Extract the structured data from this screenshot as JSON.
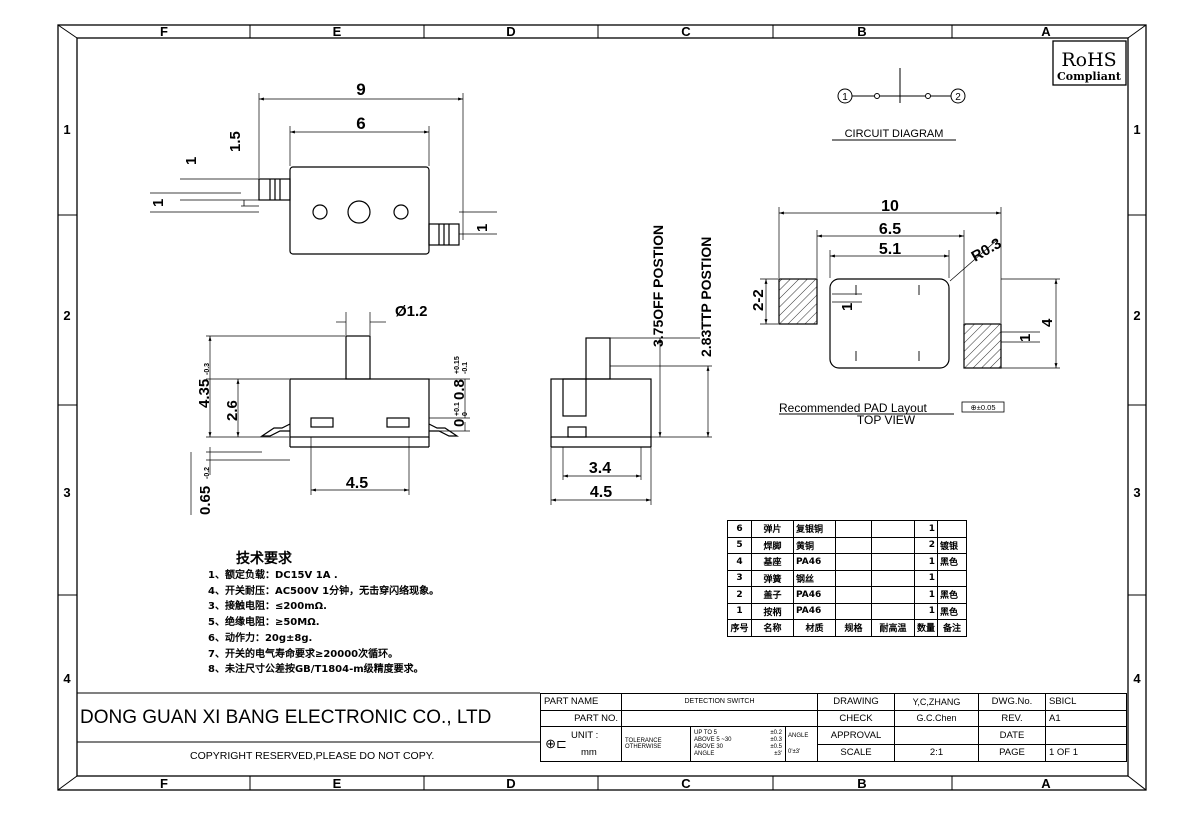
{
  "frame": {
    "top_columns": [
      "F",
      "E",
      "D",
      "C",
      "B",
      "A"
    ],
    "bottom_columns": [
      "F",
      "E",
      "D",
      "C",
      "B",
      "A"
    ],
    "rows": [
      "1",
      "2",
      "3",
      "4"
    ]
  },
  "rohs": {
    "line1": "RoHS",
    "line2": "Compliant"
  },
  "circuit": {
    "pin1": "1",
    "pin2": "2",
    "caption": "CIRCUIT DIAGRAM"
  },
  "top_view_dims": {
    "overall": "9",
    "body": "6",
    "d15": "1.5",
    "d1a": "1",
    "d1b": "1",
    "d1c": "1"
  },
  "front_view_dims": {
    "dia": "Ø1.2",
    "h435": "4.35",
    "h435_tol": "-0.3",
    "h26": "2.6",
    "h08": "0.8",
    "h08_tol_up": "+0.15",
    "h08_tol_dn": "-0.1",
    "h0": "0",
    "h0_tol_up": "+0.1",
    "h0_tol_dn": "0",
    "w45": "4.5",
    "h065": "0.65",
    "h065_tol": "-0.2"
  },
  "side_view_dims": {
    "off_pos": "3.75OFF POSTION",
    "tt_pos": "2.83TTP POSTION",
    "w34": "3.4",
    "w45": "4.5"
  },
  "pad_layout": {
    "d10": "10",
    "d65": "6.5",
    "d51": "5.1",
    "r03": "R0.3",
    "d22": "2-2",
    "d1a": "1",
    "d1b": "1",
    "d4": "4",
    "caption": "Recommended PAD Layout",
    "tol": "⊕±0.05",
    "subcaption": "TOP VIEW"
  },
  "tech_req": {
    "title": "技术要求",
    "items": [
      "1、额定负载：DC15V 1A .",
      "4、开关耐压：AC500V 1分钟，无击穿闪络现象。",
      "3、接触电阻：≤200mΩ.",
      "5、绝缘电阻：≥50MΩ.",
      "6、动作力：20g±8g.",
      "7、开关的电气寿命要求≥20000次循环。",
      "8、未注尺寸公差按GB/T1804-m级精度要求。"
    ]
  },
  "parts_table": {
    "rows": [
      [
        "6",
        "弹片",
        "复银铜",
        "",
        "",
        "1",
        ""
      ],
      [
        "5",
        "焊脚",
        "黄铜",
        "",
        "",
        "2",
        "镀银"
      ],
      [
        "4",
        "基座",
        "PA46",
        "",
        "",
        "1",
        "黑色"
      ],
      [
        "3",
        "弹簧",
        "钢丝",
        "",
        "",
        "1",
        ""
      ],
      [
        "2",
        "盖子",
        "PA46",
        "",
        "",
        "1",
        "黑色"
      ],
      [
        "1",
        "按柄",
        "PA46",
        "",
        "",
        "1",
        "黑色"
      ]
    ],
    "header": [
      "序号",
      "名称",
      "材质",
      "规格",
      "耐高温",
      "数量",
      "备注"
    ]
  },
  "title_block": {
    "company": "DONG GUAN XI BANG ELECTRONIC CO., LTD",
    "copyright": "COPYRIGHT RESERVED,PLEASE DO NOT COPY.",
    "part_name_label": "PART NAME",
    "part_name": "DETECTION SWITCH",
    "part_no_label": "PART NO.",
    "part_no": "",
    "unit_label": "UNIT :",
    "unit": "mm",
    "tolerance_label": "TOLERANCE",
    "otherwise_label": "OTHERWISE",
    "tol_lines": [
      "UP TO 5",
      "ABOVE 5 ~30",
      "ABOVE 30",
      "ANGLE"
    ],
    "tol_values": [
      "±0.2",
      "±0.3",
      "±0.5",
      "±3'"
    ],
    "angle_label": "ANGLE",
    "angle_value": "0'±3'",
    "drawing_label": "DRAWING",
    "drawing_by": "Y,C,ZHANG",
    "check_label": "CHECK",
    "check_by": "G.C.Chen",
    "approval_label": "APPROVAL",
    "approval_by": "",
    "scale_label": "SCALE",
    "scale": "2:1",
    "dwg_no_label": "DWG.No.",
    "dwg_no": "SBICL",
    "rev_label": "REV.",
    "rev": "A1",
    "date_label": "DATE",
    "date": "",
    "page_label": "PAGE",
    "page": "1 OF 1"
  }
}
